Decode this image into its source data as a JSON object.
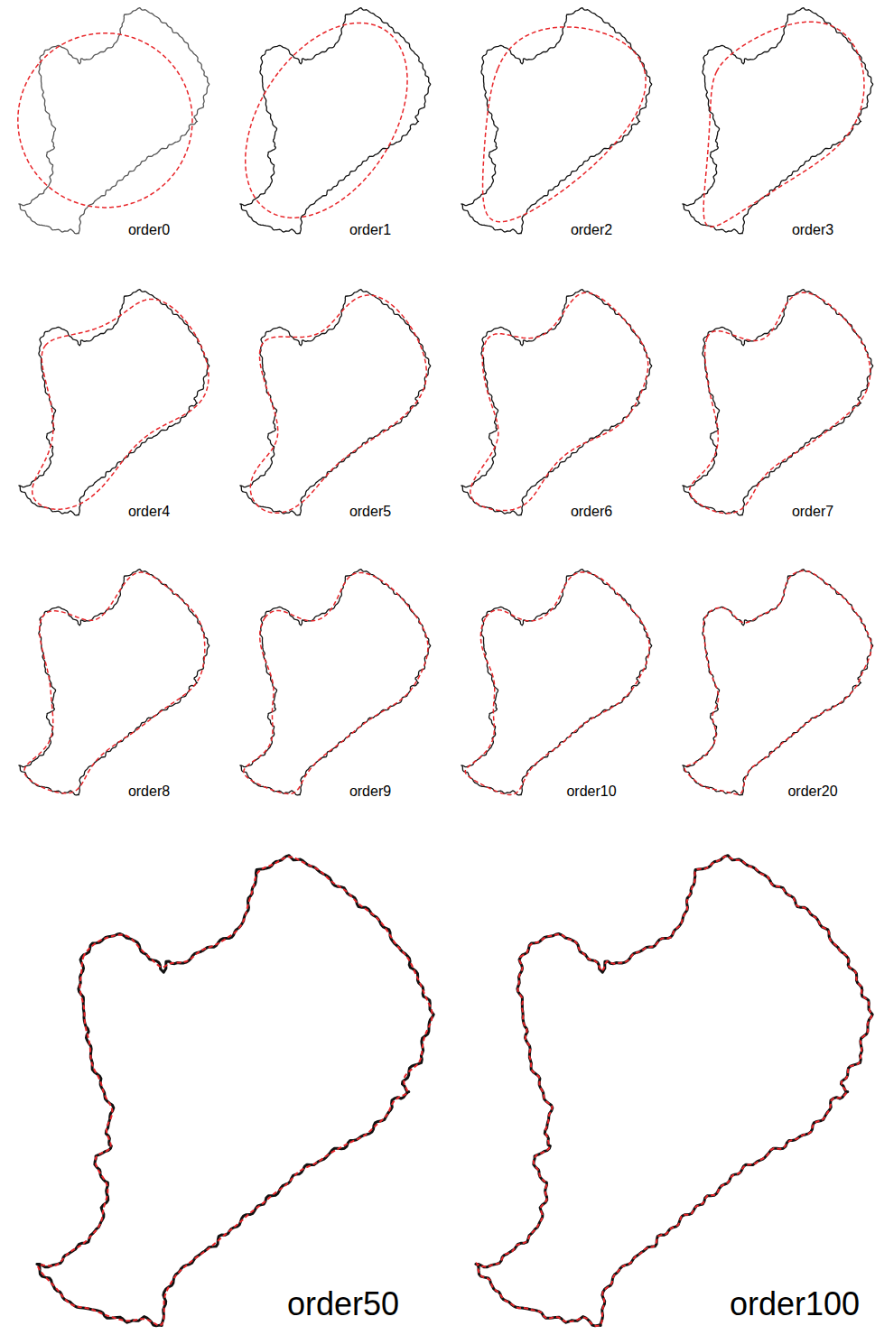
{
  "diagram": {
    "labels": [
      "order0",
      "order1",
      "order2",
      "order3",
      "order4",
      "order5",
      "order6",
      "order7",
      "order8",
      "order9",
      "order10",
      "order20",
      "order50",
      "order100"
    ]
  }
}
